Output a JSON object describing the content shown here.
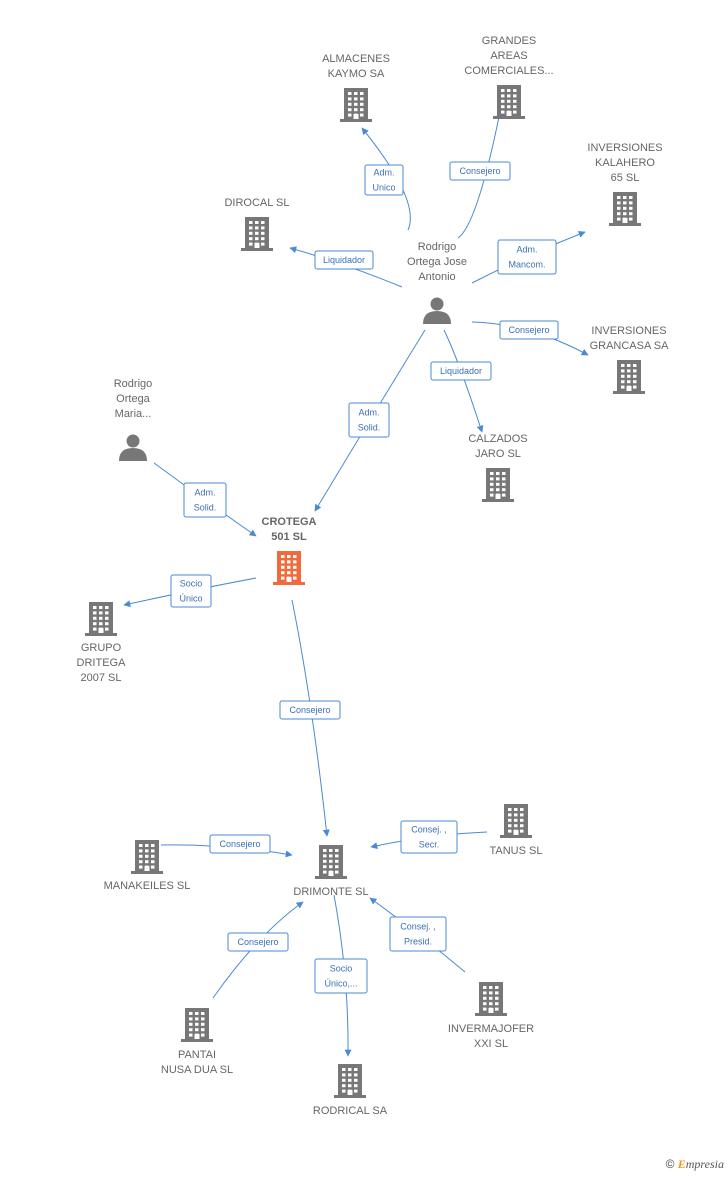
{
  "colors": {
    "building": "#777777",
    "building_focus": "#f06a3c",
    "person": "#777777",
    "edge": "#4a8ad4",
    "edge_text": "#3a6fb5"
  },
  "nodes": [
    {
      "id": "almacenes",
      "type": "company",
      "lines": [
        "ALMACENES",
        "KAYMO SA"
      ]
    },
    {
      "id": "grandes",
      "type": "company",
      "lines": [
        "GRANDES",
        "AREAS",
        "COMERCIALES..."
      ]
    },
    {
      "id": "kalahero",
      "type": "company",
      "lines": [
        "INVERSIONES",
        "KALAHERO",
        "65  SL"
      ]
    },
    {
      "id": "dirocal",
      "type": "company",
      "lines": [
        "DIROCAL SL"
      ]
    },
    {
      "id": "rodrigo_jose",
      "type": "person",
      "lines": [
        "Rodrigo",
        "Ortega Jose",
        "Antonio"
      ]
    },
    {
      "id": "grancasa",
      "type": "company",
      "lines": [
        "INVERSIONES",
        "GRANCASA SA"
      ]
    },
    {
      "id": "rodrigo_maria",
      "type": "person",
      "lines": [
        "Rodrigo",
        "Ortega",
        "Maria..."
      ]
    },
    {
      "id": "calzados",
      "type": "company",
      "lines": [
        "CALZADOS",
        "JARO SL"
      ]
    },
    {
      "id": "crotega",
      "type": "company",
      "focus": true,
      "lines": [
        "CROTEGA",
        "501  SL"
      ]
    },
    {
      "id": "grupo",
      "type": "company",
      "lines": [
        "GRUPO",
        "DRITEGA",
        "2007 SL"
      ]
    },
    {
      "id": "tanus",
      "type": "company",
      "lines": [
        "TANUS SL"
      ]
    },
    {
      "id": "manakeiles",
      "type": "company",
      "lines": [
        "MANAKEILES SL"
      ]
    },
    {
      "id": "drimonte",
      "type": "company",
      "lines": [
        "DRIMONTE SL"
      ]
    },
    {
      "id": "pantai",
      "type": "company",
      "lines": [
        "PANTAI",
        "NUSA DUA SL"
      ]
    },
    {
      "id": "invermajofer",
      "type": "company",
      "lines": [
        "INVERMAJOFER",
        "XXI SL"
      ]
    },
    {
      "id": "rodrical",
      "type": "company",
      "lines": [
        "RODRICAL SA"
      ]
    }
  ],
  "edges": [
    {
      "from": "rodrigo_jose",
      "to": "almacenes",
      "label": [
        "Adm.",
        "Unico"
      ]
    },
    {
      "from": "rodrigo_jose",
      "to": "grandes",
      "label": [
        "Consejero"
      ]
    },
    {
      "from": "rodrigo_jose",
      "to": "kalahero",
      "label": [
        "Adm.",
        "Mancom."
      ]
    },
    {
      "from": "rodrigo_jose",
      "to": "dirocal",
      "label": [
        "Liquidador"
      ]
    },
    {
      "from": "rodrigo_jose",
      "to": "grancasa",
      "label": [
        "Consejero"
      ]
    },
    {
      "from": "rodrigo_jose",
      "to": "calzados",
      "label": [
        "Liquidador"
      ]
    },
    {
      "from": "rodrigo_jose",
      "to": "crotega",
      "label": [
        "Adm.",
        "Solid."
      ]
    },
    {
      "from": "rodrigo_maria",
      "to": "crotega",
      "label": [
        "Adm.",
        "Solid."
      ]
    },
    {
      "from": "crotega",
      "to": "grupo",
      "label": [
        "Socio",
        "Único"
      ]
    },
    {
      "from": "crotega",
      "to": "drimonte",
      "label": [
        "Consejero"
      ]
    },
    {
      "from": "tanus",
      "to": "drimonte",
      "label": [
        "Consej. ,",
        "Secr."
      ]
    },
    {
      "from": "manakeiles",
      "to": "drimonte",
      "label": [
        "Consejero"
      ]
    },
    {
      "from": "pantai",
      "to": "drimonte",
      "label": [
        "Consejero"
      ]
    },
    {
      "from": "invermajofer",
      "to": "drimonte",
      "label": [
        "Consej. ,",
        "Presid."
      ]
    },
    {
      "from": "drimonte",
      "to": "rodrical",
      "label": [
        "Socio",
        "Único,..."
      ]
    }
  ],
  "footer": {
    "copyright": "©",
    "brand_initial": "E",
    "brand_rest": "mpresia"
  }
}
